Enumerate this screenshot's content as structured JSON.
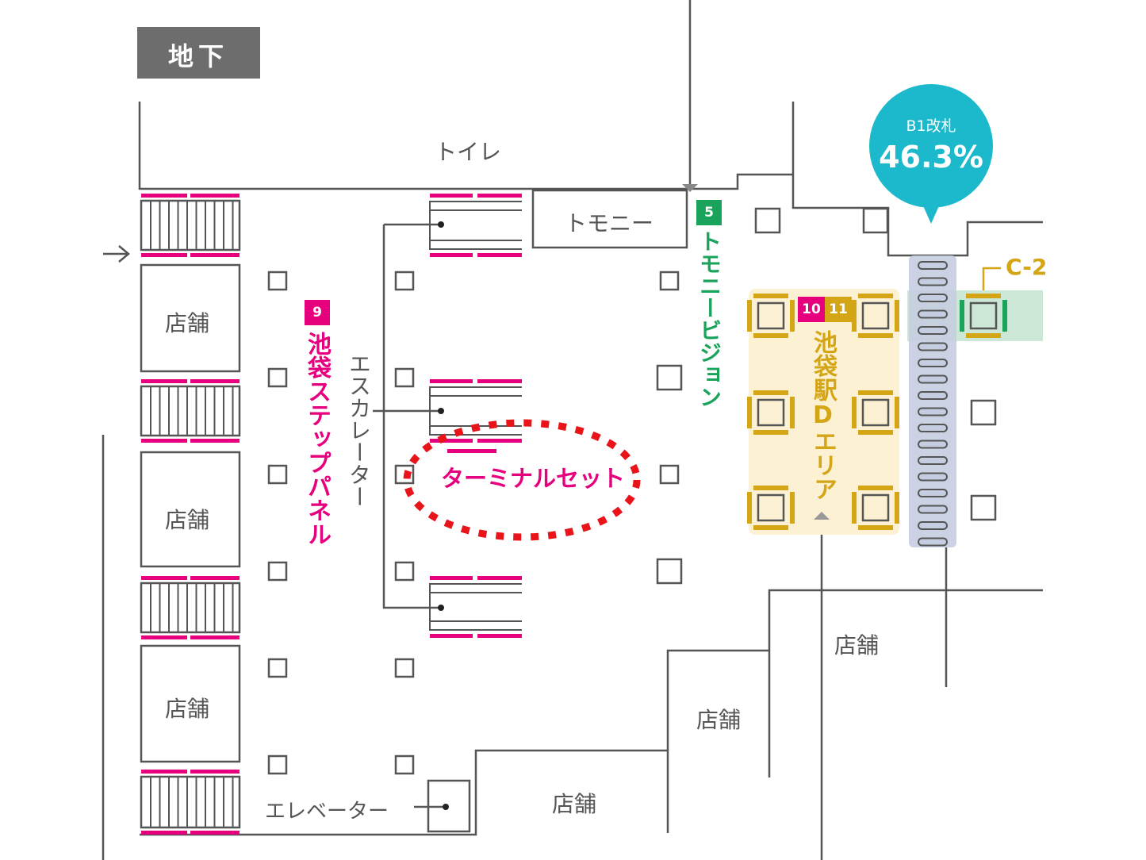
{
  "floor_label": "地下",
  "toilet": "トイレ",
  "tomony": "トモニー",
  "tomony_vision": {
    "number": "5",
    "name": "トモニービジョン"
  },
  "step_panel": {
    "number": "9",
    "name": "池袋ステップパネル"
  },
  "escalator": "エスカレーター",
  "terminal_set": "ターミナルセット",
  "elevator": "エレベーター",
  "d_area": {
    "numbers": [
      "10",
      "11"
    ],
    "name": "池袋駅Dエリア"
  },
  "gate_bubble": {
    "label": "B1改札",
    "value": "46.3%"
  },
  "c2_label": "C-2",
  "shops": [
    "店舗",
    "店舗",
    "店舗",
    "店舗",
    "店舗",
    "店舗"
  ],
  "colors": {
    "magenta": "#e6007e",
    "green": "#1aa35a",
    "gold": "#d4a514",
    "teal": "#1cb9cc",
    "red": "#e8141a",
    "gray": "#6d6d6d"
  }
}
